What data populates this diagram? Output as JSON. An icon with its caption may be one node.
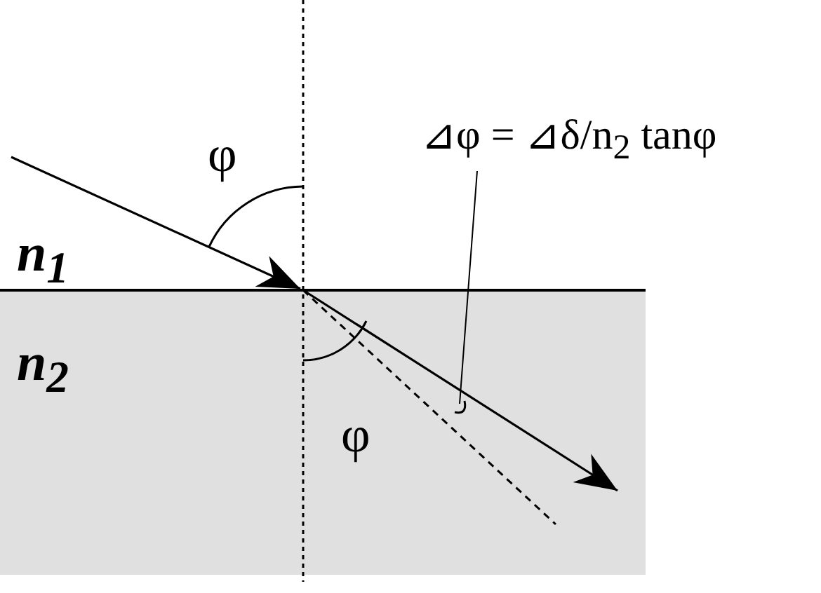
{
  "diagram": {
    "nodes": [
      {
        "text": [
          "⊿φ = ⊿δ/n$_{2}$ tanφ"
        ]
      },
      {
        "text": [],
        "shape": "arc"
      }
    ],
    "edges": [
      {
        "from": 0,
        "to": 1,
        "arrow": "none"
      }
    ],
    "labels": [
      "φ",
      "n$_{1}$",
      "n$_{2}$",
      "φ"
    ]
  }
}
